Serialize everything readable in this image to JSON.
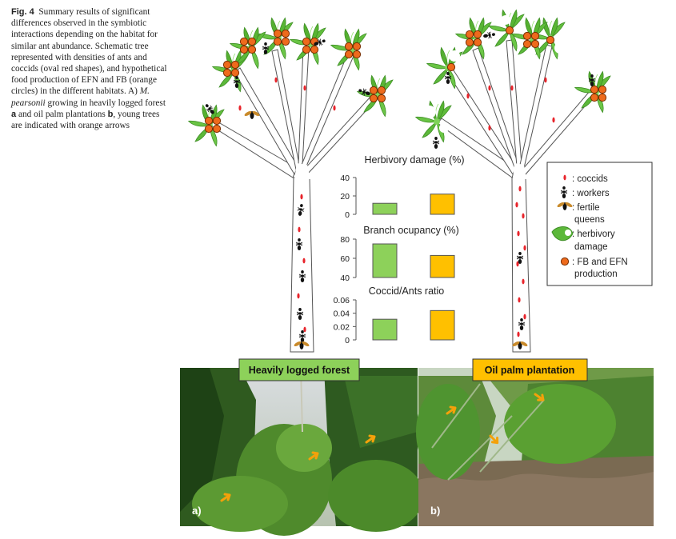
{
  "caption": {
    "fig_label": "Fig. 4",
    "text_1": "Summary results of significant differences observed in the symbiotic interactions depending on the habitat for similar ant abundance. Schematic tree represented with densities of ants and coccids (oval red shapes), and hypothetical food production of EFN and FB (orange circles) in the different habitats. A) ",
    "species": "M. pearsonii",
    "text_2": " growing in heavily logged forest ",
    "bold_a": "a",
    "text_3": " and oil palm plantations ",
    "bold_b": "b",
    "text_4": ", young trees are indicated with orange arrows"
  },
  "habitats": {
    "forest": "Heavily logged forest",
    "plantation": "Oil palm plantation"
  },
  "photo_labels": {
    "a": "a)",
    "b": "b)"
  },
  "legend": {
    "coccids": ": coccids",
    "workers": ": workers",
    "queens_1": ": fertile",
    "queens_2": "queens",
    "herbivory_1": ": herbivory",
    "herbivory_2": "damage",
    "fb_1": ": FB and EFN",
    "fb_2": "production"
  },
  "colors": {
    "forest": "#8dd15a",
    "plantation": "#ffc000",
    "fb_circle": "#ee6a1c",
    "leaf": "#5cb83a"
  },
  "chart_data": [
    {
      "type": "bar",
      "title": "Herbivory  damage (%)",
      "categories": [
        "Heavily logged forest",
        "Oil palm plantation"
      ],
      "values": [
        12,
        22
      ],
      "ylim": [
        0,
        40
      ],
      "yticks": [
        "40",
        "20",
        "0"
      ]
    },
    {
      "type": "bar",
      "title": "Branch ocupancy (%)",
      "categories": [
        "Heavily logged forest",
        "Oil palm plantation"
      ],
      "values": [
        75,
        63
      ],
      "ylim": [
        40,
        80
      ],
      "yticks": [
        "80",
        "60",
        "40"
      ]
    },
    {
      "type": "bar",
      "title": "Coccid/Ants  ratio",
      "categories": [
        "Heavily logged forest",
        "Oil palm plantation"
      ],
      "values": [
        0.031,
        0.044
      ],
      "ylim": [
        0,
        0.06
      ],
      "yticks": [
        "0.06",
        "0.04",
        "0.02",
        "0"
      ]
    }
  ]
}
